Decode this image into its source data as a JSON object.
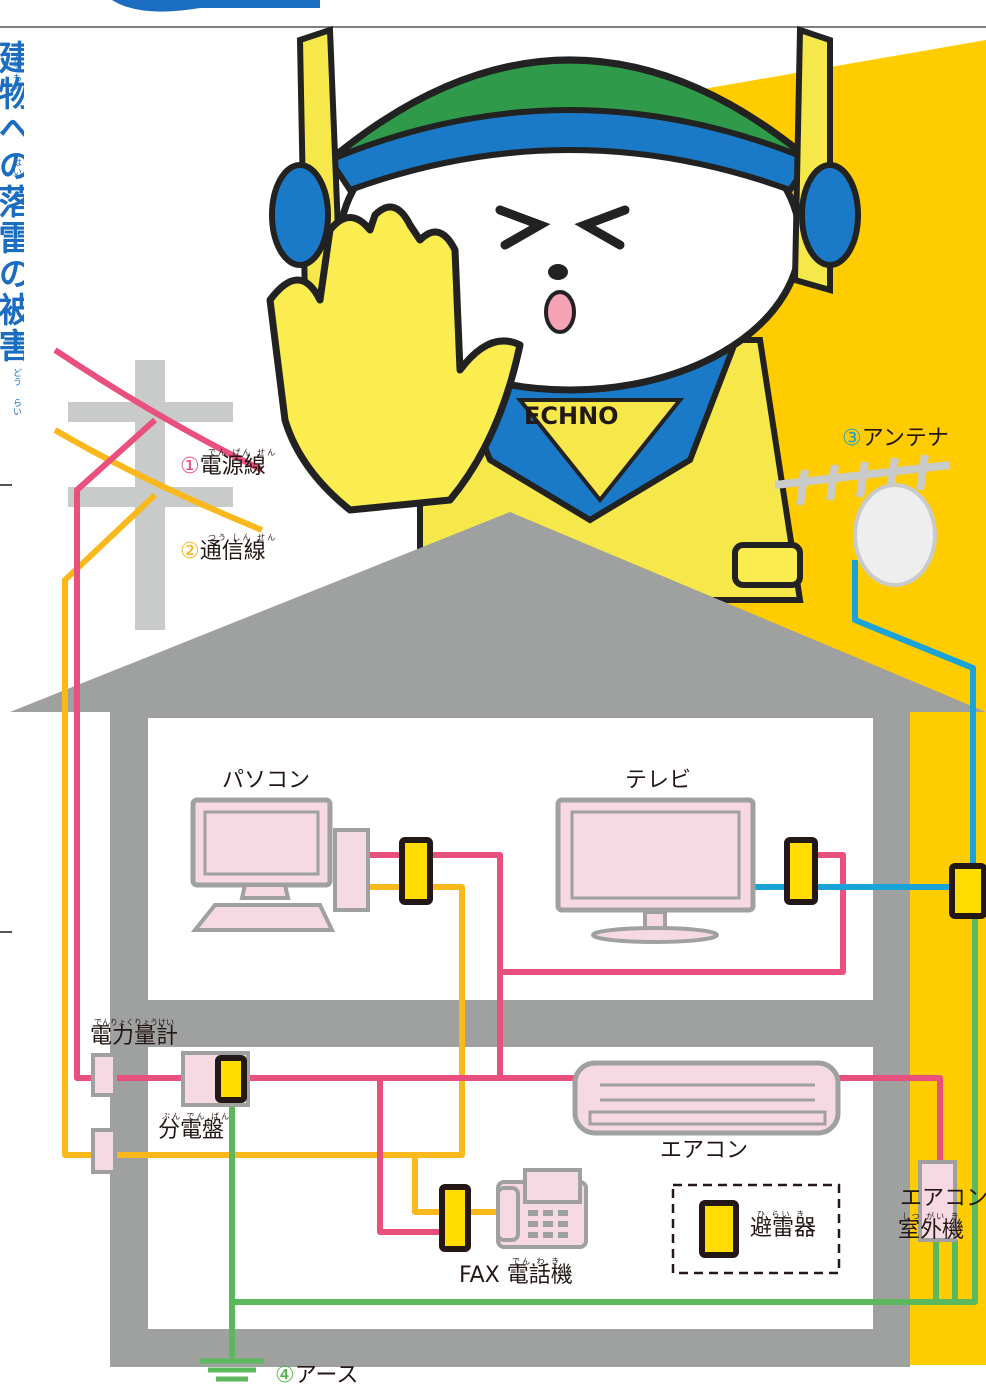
{
  "title_vertical": "建物への落雷の被害",
  "title_ruby": [
    "たてもの",
    "はい",
    "こ",
    "ゆう",
    "どう",
    "らい"
  ],
  "mascot_shirt": "ECHNO",
  "lines": {
    "power": {
      "num": "①",
      "label": "電源線",
      "ruby": "でん げん せん"
    },
    "comm": {
      "num": "②",
      "label": "通信線",
      "ruby": "つう しん せん"
    },
    "antenna": {
      "num": "③",
      "label": "アンテナ"
    },
    "earth": {
      "num": "④",
      "label": "アース"
    }
  },
  "devices": {
    "pc": "パソコン",
    "tv": "テレビ",
    "meter": {
      "label": "電力量計",
      "ruby": "でんりょくりょうけい"
    },
    "panel": {
      "label": "分電盤",
      "ruby": "ぶん でん ばん"
    },
    "aircon": "エアコン",
    "outdoor": {
      "line1": "エアコン",
      "line2": "室外機",
      "ruby": "しつ がい き"
    },
    "fax": {
      "label": "FAX 電話機",
      "ruby": "でん わ き"
    },
    "arrester": {
      "label": "避雷器",
      "ruby": "ひ らい き"
    }
  },
  "colors": {
    "power_line": "#e9507d",
    "comm_line": "#f9b81b",
    "antenna_line": "#1aa3d9",
    "earth_line": "#5cb85c",
    "house": "#9fa0a0",
    "background_yellow": "#ffcc00",
    "device_fill": "#f7d9e3",
    "arrester_fill": "#ffdd00"
  }
}
